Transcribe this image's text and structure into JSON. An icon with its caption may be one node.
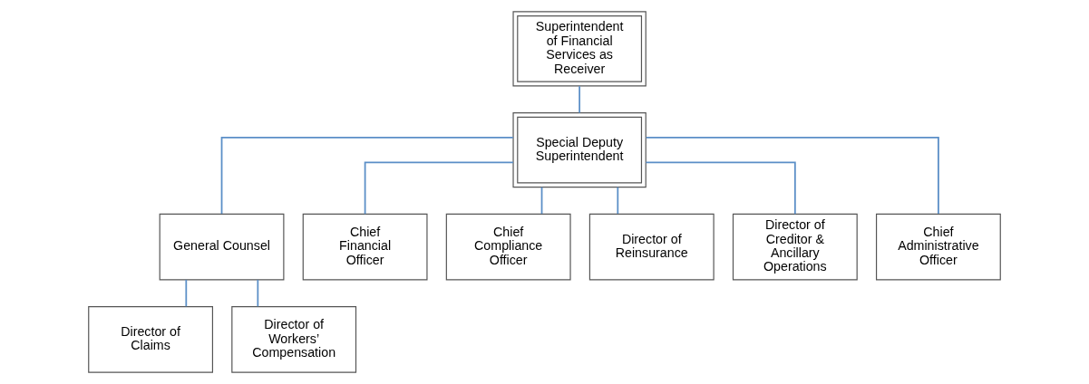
{
  "diagram": {
    "nodes": [
      {
        "text": [
          "Superintendent of Financial Services as Receiver"
        ]
      },
      {
        "text": [
          "Special Deputy Superintendent"
        ]
      },
      {
        "text": [
          "General Counsel"
        ]
      },
      {
        "text": [
          "Chief Financial Officer"
        ]
      },
      {
        "text": [
          "Chief Compliance Officer"
        ]
      },
      {
        "text": [
          "Director of Reinsurance"
        ]
      },
      {
        "text": [
          "Director of Creditor & Ancillary Operations"
        ]
      },
      {
        "text": [
          "Chief Administrative Officer"
        ]
      },
      {
        "text": [
          "Director of Claims"
        ]
      },
      {
        "text": [
          "Director of Workers’ Compensation"
        ]
      }
    ],
    "edges": [
      {
        "from": 0,
        "to": 1,
        "arrow": "none"
      },
      {
        "from": 1,
        "to": 2,
        "arrow": "none"
      },
      {
        "from": 1,
        "to": 3,
        "arrow": "none"
      },
      {
        "from": 1,
        "to": 4,
        "arrow": "none"
      },
      {
        "from": 1,
        "to": 5,
        "arrow": "none"
      },
      {
        "from": 1,
        "to": 6,
        "arrow": "none"
      },
      {
        "from": 1,
        "to": 7,
        "arrow": "none"
      },
      {
        "from": 2,
        "to": 8,
        "arrow": "none"
      },
      {
        "from": 2,
        "to": 9,
        "arrow": "none"
      }
    ]
  }
}
